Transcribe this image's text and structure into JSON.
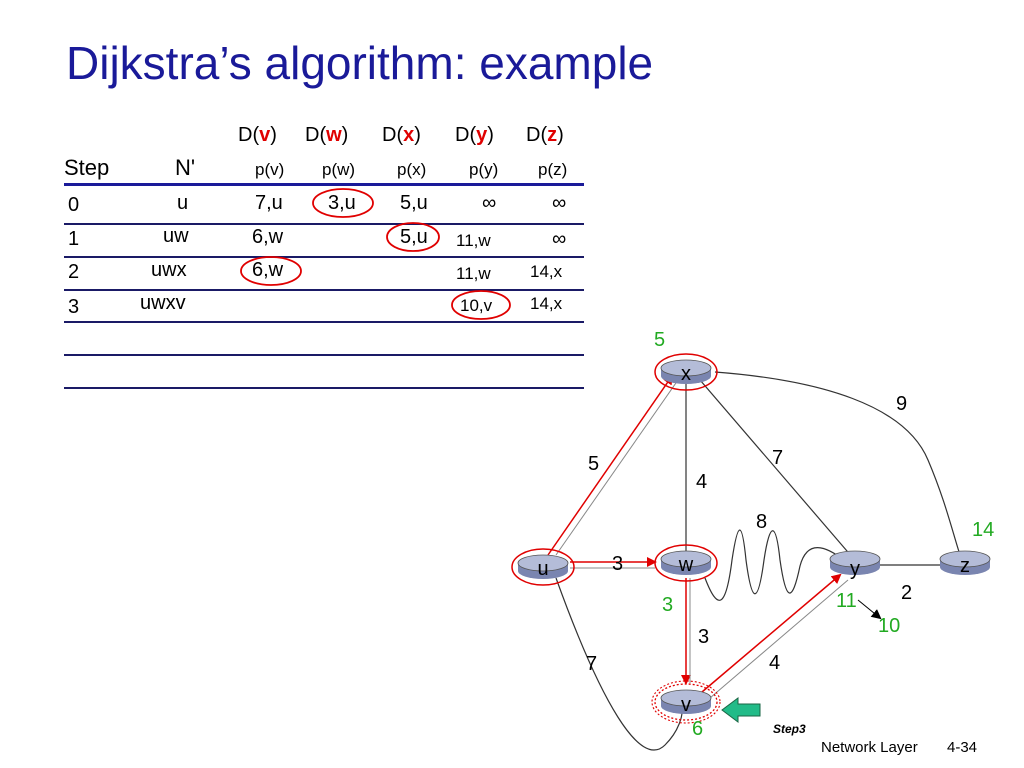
{
  "title": "Dijkstra’s algorithm: example",
  "table": {
    "dist_headers": [
      {
        "pre": "D(",
        "node": "v",
        "post": ")"
      },
      {
        "pre": "D(",
        "node": "w",
        "post": ")"
      },
      {
        "pre": "D(",
        "node": "x",
        "post": ")"
      },
      {
        "pre": "D(",
        "node": "y",
        "post": ")"
      },
      {
        "pre": "D(",
        "node": "z",
        "post": ")"
      }
    ],
    "step_header": "Step",
    "nprime_header": "N'",
    "pred_headers": [
      "p(v)",
      "p(w)",
      "p(x)",
      "p(y)",
      "p(z)"
    ],
    "rows": [
      {
        "step": "0",
        "n": "u",
        "v": "7,u",
        "w": "3,u",
        "x": "5,u",
        "y": "∞",
        "z": "∞"
      },
      {
        "step": "1",
        "n": "uw",
        "v": "6,w",
        "w": "",
        "x": "5,u",
        "y": "11,w",
        "z": "∞"
      },
      {
        "step": "2",
        "n": "uwx",
        "v": "6,w",
        "w": "",
        "x": "",
        "y": "11,w",
        "z": "14,x"
      },
      {
        "step": "3",
        "n": "uwxv",
        "v": "",
        "w": "",
        "x": "",
        "y": "10,v",
        "z": "14,x"
      }
    ]
  },
  "graph": {
    "nodes": {
      "u": "u",
      "w": "w",
      "x": "x",
      "v": "v",
      "y": "y",
      "z": "z"
    },
    "edge_weights": {
      "ux": "5",
      "uw": "3",
      "uv": "7",
      "xw": "4",
      "xy": "7",
      "xz": "9",
      "wy": "8",
      "wv": "3",
      "vy": "4",
      "yz": "2"
    },
    "distance_labels": {
      "x": "5",
      "w": "3",
      "v": "6",
      "z": "14",
      "y_old": "11",
      "y_new": "10"
    }
  },
  "step_label": "Step3",
  "footer": {
    "section": "Network Layer",
    "page": "4-34"
  },
  "colors": {
    "title": "#1a1a99",
    "highlight": "#e00000",
    "distance": "#22aa22",
    "arrow": "#22bb88"
  }
}
